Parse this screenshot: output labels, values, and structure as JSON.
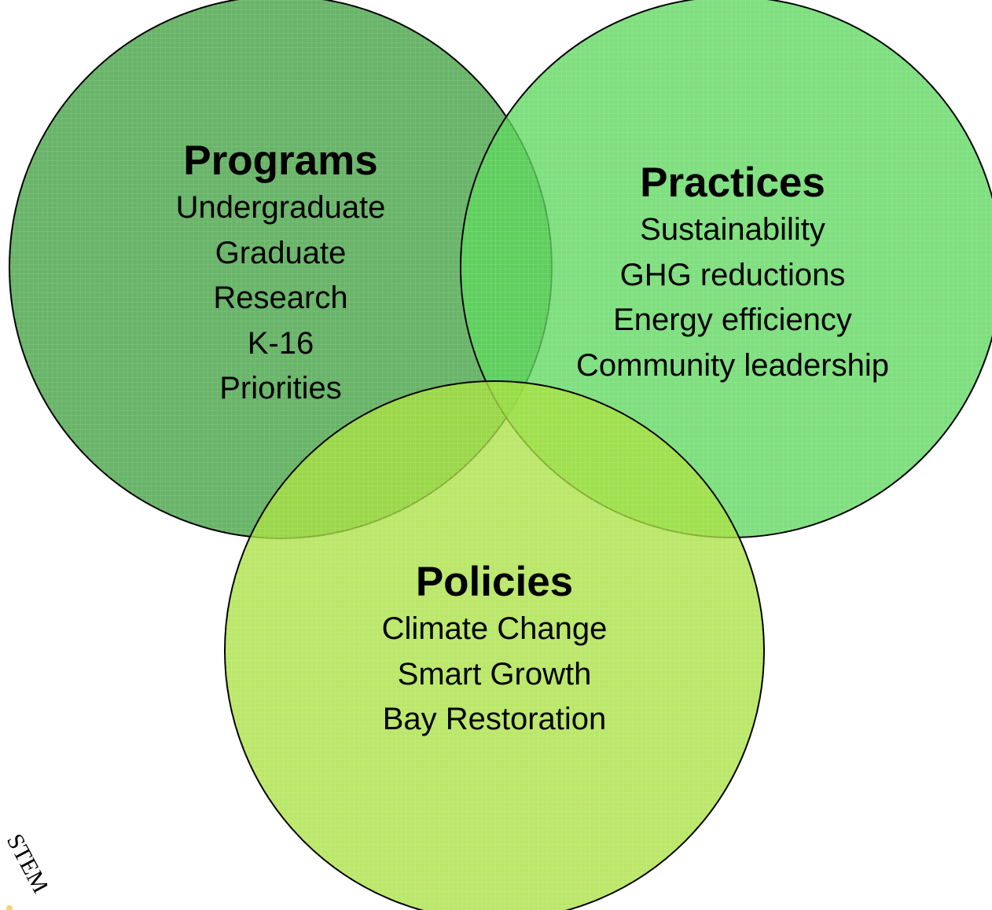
{
  "diagram": {
    "type": "venn",
    "circles": [
      {
        "key": "programs",
        "title": "Programs",
        "items": [
          "Undergraduate",
          "Graduate",
          "Research",
          "K-16",
          "Priorities"
        ],
        "fill": "#3f9f3f"
      },
      {
        "key": "practices",
        "title": "Practices",
        "items": [
          "Sustainability",
          "GHG reductions",
          "Energy efficiency",
          "Community leadership"
        ],
        "fill": "#5bd65b"
      },
      {
        "key": "policies",
        "title": "Policies",
        "items": [
          "Climate Change",
          "Smart Growth",
          "Bay Restoration"
        ],
        "fill": "#a8e040"
      }
    ],
    "stroke": "#000000"
  },
  "logo": {
    "partial_text": "STEM",
    "dot_color": "#f2d66b"
  }
}
